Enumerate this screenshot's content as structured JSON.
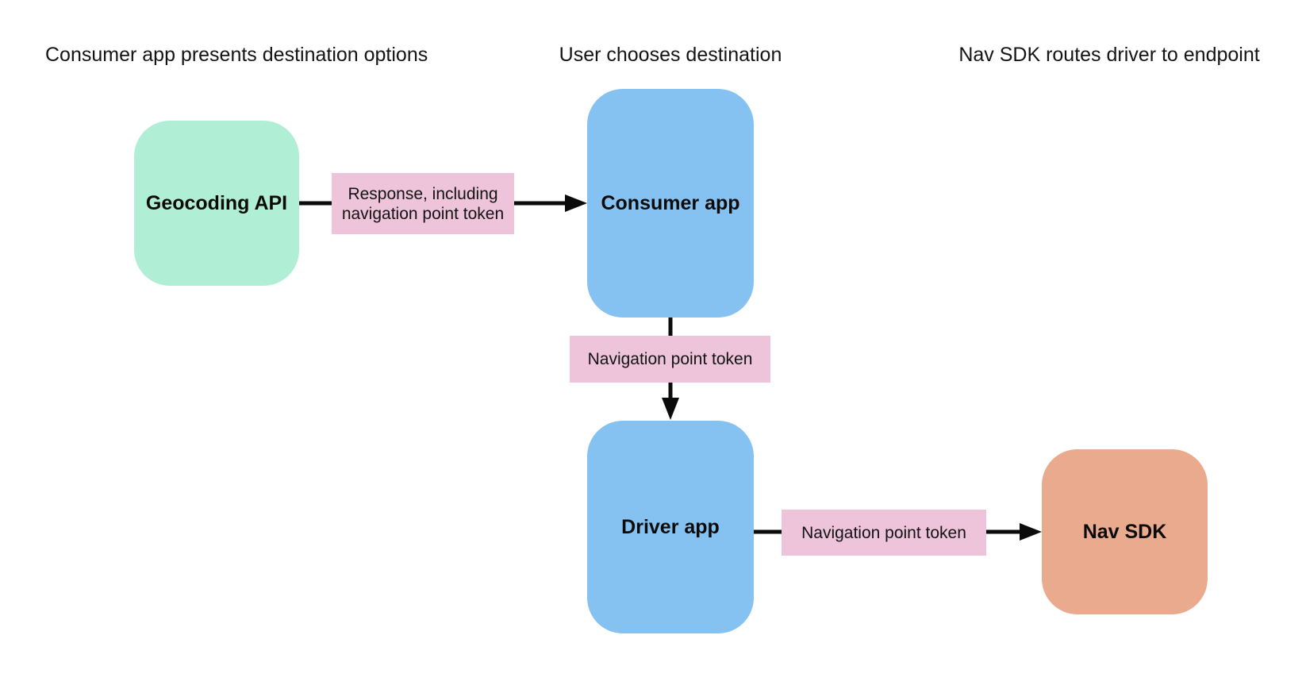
{
  "colors": {
    "node_green": "#b0efd5",
    "node_blue": "#85c2f2",
    "node_orange": "#e9aa8e",
    "label_pink": "#edc4da",
    "arrow_black": "#0b0b0b",
    "text": "#141414"
  },
  "headers": {
    "left": "Consumer app presents destination options",
    "center": "User chooses destination",
    "right": "Nav SDK routes driver to endpoint"
  },
  "nodes": {
    "geocoding_api": {
      "label": "Geocoding API"
    },
    "consumer_app": {
      "label": "Consumer app"
    },
    "driver_app": {
      "label": "Driver app"
    },
    "nav_sdk": {
      "label": "Nav SDK"
    }
  },
  "edges": {
    "geocoding_to_consumer": {
      "label": "Response, including navigation point token"
    },
    "consumer_to_driver": {
      "label": "Navigation point token"
    },
    "driver_to_nav_sdk": {
      "label": "Navigation point token"
    }
  }
}
